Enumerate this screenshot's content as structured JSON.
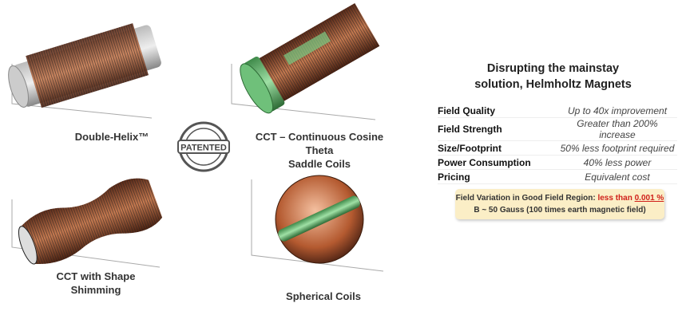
{
  "captions": {
    "double_helix": "Double-Helix™",
    "cct_line1": "CCT – Continuous Cosine",
    "cct_line2": "Theta",
    "cct_line3": "Saddle Coils",
    "shape_line1": "CCT with Shape",
    "shape_line2": "Shimming",
    "spherical": "Spherical Coils"
  },
  "stamp": {
    "text": "PATENTED"
  },
  "heading": {
    "line1": "Disrupting the mainstay",
    "line2": "solution, Helmholtz Magnets"
  },
  "comparison": [
    {
      "label": "Field Quality",
      "value": "Up to 40x improvement"
    },
    {
      "label": "Field Strength",
      "value": "Greater than 200% increase"
    },
    {
      "label": "Size/Footprint",
      "value": "50% less footprint required"
    },
    {
      "label": "Power Consumption",
      "value": "40% less power"
    },
    {
      "label": "Pricing",
      "value": "Equivalent cost"
    }
  ],
  "highlight": {
    "prefix": "Field Variation in Good Field Region: ",
    "less_than": "less than ",
    "value": "0.001 %",
    "line2": "B ~ 50 Gauss (100 times earth magnetic field)"
  },
  "colors": {
    "copper": "#9a4a2a",
    "green": "#5fb26a",
    "red": "#d0201a",
    "highlight_bg": "#fbeec6"
  }
}
